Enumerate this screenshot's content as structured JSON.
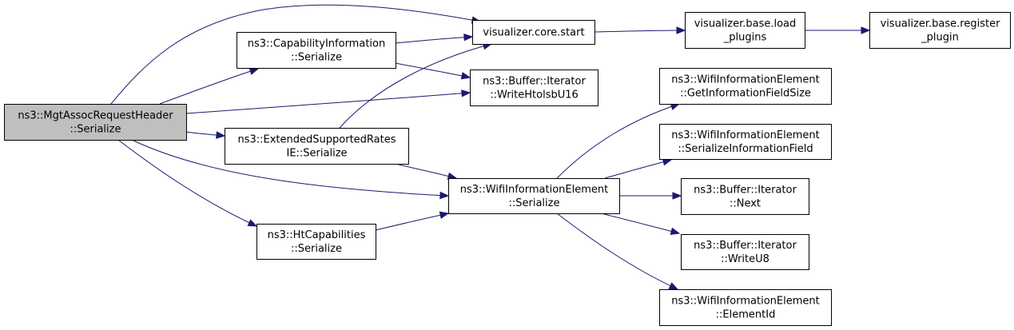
{
  "graph": {
    "nodes": [
      {
        "id": "root",
        "lines": [
          "ns3::MgtAssocRequestHeader",
          "::Serialize"
        ],
        "root": true
      },
      {
        "id": "cap",
        "lines": [
          "ns3::CapabilityInformation",
          "::Serialize"
        ]
      },
      {
        "id": "ext",
        "lines": [
          "ns3::ExtendedSupportedRates",
          "IE::Serialize"
        ]
      },
      {
        "id": "ht",
        "lines": [
          "ns3::HtCapabilities",
          "::Serialize"
        ]
      },
      {
        "id": "vcs",
        "lines": [
          "visualizer.core.start"
        ]
      },
      {
        "id": "wr16",
        "lines": [
          "ns3::Buffer::Iterator",
          "::WriteHtolsbU16"
        ]
      },
      {
        "id": "wie",
        "lines": [
          "ns3::WifiInformationElement",
          "::Serialize"
        ]
      },
      {
        "id": "vbl",
        "lines": [
          "visualizer.base.load",
          "_plugins"
        ]
      },
      {
        "id": "vbr",
        "lines": [
          "visualizer.base.register",
          "_plugin"
        ]
      },
      {
        "id": "gifs",
        "lines": [
          "ns3::WifiInformationElement",
          "::GetInformationFieldSize"
        ]
      },
      {
        "id": "sif",
        "lines": [
          "ns3::WifiInformationElement",
          "::SerializeInformationField"
        ]
      },
      {
        "id": "next",
        "lines": [
          "ns3::Buffer::Iterator",
          "::Next"
        ]
      },
      {
        "id": "wu8",
        "lines": [
          "ns3::Buffer::Iterator",
          "::WriteU8"
        ]
      },
      {
        "id": "eid",
        "lines": [
          "ns3::WifiInformationElement",
          "::ElementId"
        ]
      }
    ],
    "edges": [
      {
        "from": "root",
        "to": "vcs"
      },
      {
        "from": "root",
        "to": "cap"
      },
      {
        "from": "root",
        "to": "wr16"
      },
      {
        "from": "root",
        "to": "ext"
      },
      {
        "from": "root",
        "to": "wie"
      },
      {
        "from": "root",
        "to": "ht"
      },
      {
        "from": "cap",
        "to": "vcs"
      },
      {
        "from": "cap",
        "to": "wr16"
      },
      {
        "from": "ext",
        "to": "vcs"
      },
      {
        "from": "ext",
        "to": "wie"
      },
      {
        "from": "ht",
        "to": "wie"
      },
      {
        "from": "vcs",
        "to": "vbl"
      },
      {
        "from": "vbl",
        "to": "vbr"
      },
      {
        "from": "wie",
        "to": "gifs"
      },
      {
        "from": "wie",
        "to": "sif"
      },
      {
        "from": "wie",
        "to": "next"
      },
      {
        "from": "wie",
        "to": "wu8"
      },
      {
        "from": "wie",
        "to": "eid"
      }
    ]
  },
  "colors": {
    "edge": "#191970",
    "root_fill": "#bfbfbf",
    "node_fill": "#ffffff",
    "border": "#000000"
  }
}
